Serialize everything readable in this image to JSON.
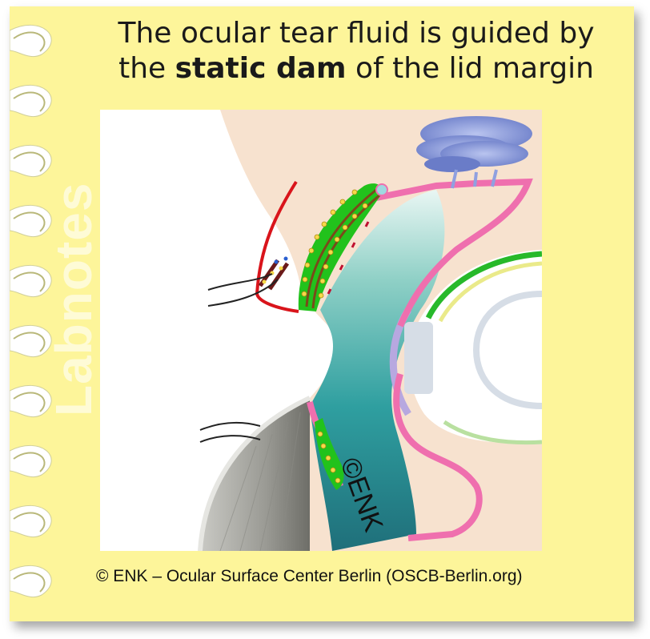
{
  "title": {
    "line1": "The ocular tear fluid is guided by",
    "line2_before": "the ",
    "line2_bold": "static dam",
    "line2_after": " of the lid margin"
  },
  "side_watermark": "Labnotes",
  "figure_watermark": "©ENK",
  "footer": "© ENK –  Ocular Surface Center Berlin (OSCB-Berlin.org)",
  "colors": {
    "note_yellow": "#fdf59a",
    "skin": "#f7e2cf",
    "eyelid_red": "#d9141b",
    "gland_green": "#22c21c",
    "conjunctiva_pink": "#ef6fae",
    "water_teal": "#2a9a9c",
    "sclera_lavender": "#b7a8e0",
    "cloud_blue": "#7c8fd6"
  }
}
